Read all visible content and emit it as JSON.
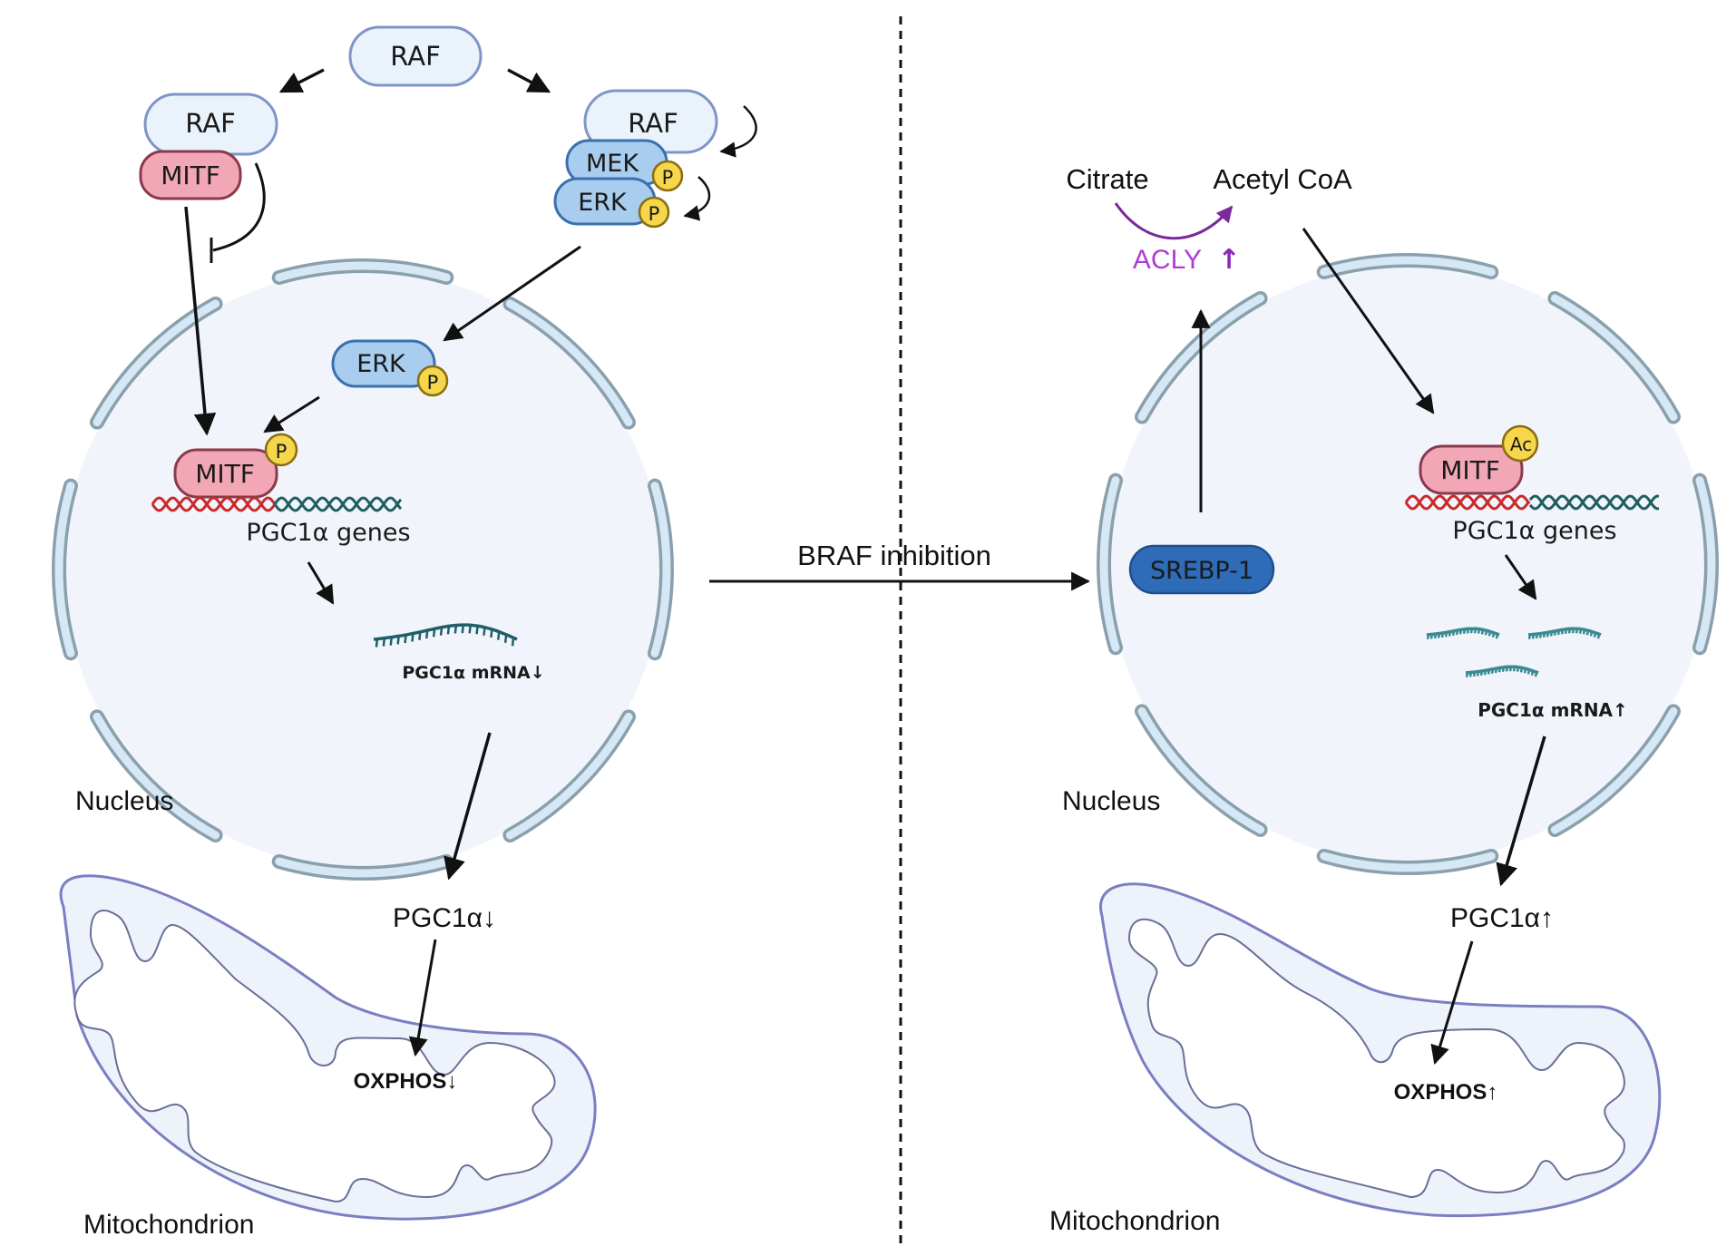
{
  "divider": {
    "style": "dashed",
    "orientation": "vertical"
  },
  "center_arrow": {
    "label": "BRAF inhibition"
  },
  "left_panel": {
    "cytoplasm": {
      "raf_top": "RAF",
      "raf_mitf_complex": {
        "raf": "RAF",
        "mitf": "MITF"
      },
      "raf_mek_erk_complex": {
        "raf": "RAF",
        "mek": "MEK",
        "erk": "ERK",
        "phospho": "P"
      }
    },
    "nucleus": {
      "label": "Nucleus",
      "erk": "ERK",
      "erk_phospho": "P",
      "mitf": "MITF",
      "mitf_phospho": "P",
      "genes": "PGC1α genes",
      "mrna": "PGC1α mRNA↓"
    },
    "pgc1a": "PGC1α↓",
    "mitochondrion": {
      "label": "Mitochondrion",
      "oxphos": "OXPHOS↓"
    }
  },
  "right_panel": {
    "metabolism": {
      "citrate": "Citrate",
      "acetyl_coa": "Acetyl CoA",
      "enzyme": "ACLY",
      "enzyme_trend": "↑"
    },
    "nucleus": {
      "label": "Nucleus",
      "srebp": "SREBP-1",
      "mitf": "MITF",
      "mitf_mod": "Ac",
      "genes": "PGC1α genes",
      "mrna": "PGC1α mRNA↑"
    },
    "pgc1a": "PGC1α↑",
    "mitochondrion": {
      "label": "Mitochondrion",
      "oxphos": "OXPHOS↑"
    }
  },
  "colors": {
    "raf_fill": "#eaf3fb",
    "raf_stroke": "#7f95c8",
    "mitf_fill": "#f2a7b7",
    "mitf_stroke": "#8a3a4c",
    "kinase_fill": "#a9cdee",
    "kinase_stroke": "#3b6fae",
    "phospho_fill": "#f6d64a",
    "phospho_stroke": "#8a6d10",
    "srebp_fill": "#2f6cb8",
    "nucleus_fill": "#f1f5fb",
    "membrane_fill": "#d6e8f5",
    "membrane_stroke": "#8aa0ac",
    "mito_stroke": "#7b7fc2",
    "mito_fill": "#eef2fa",
    "dna_red": "#cc2a2a",
    "dna_teal": "#1f5f5f",
    "acly": "#9b2ccf"
  }
}
